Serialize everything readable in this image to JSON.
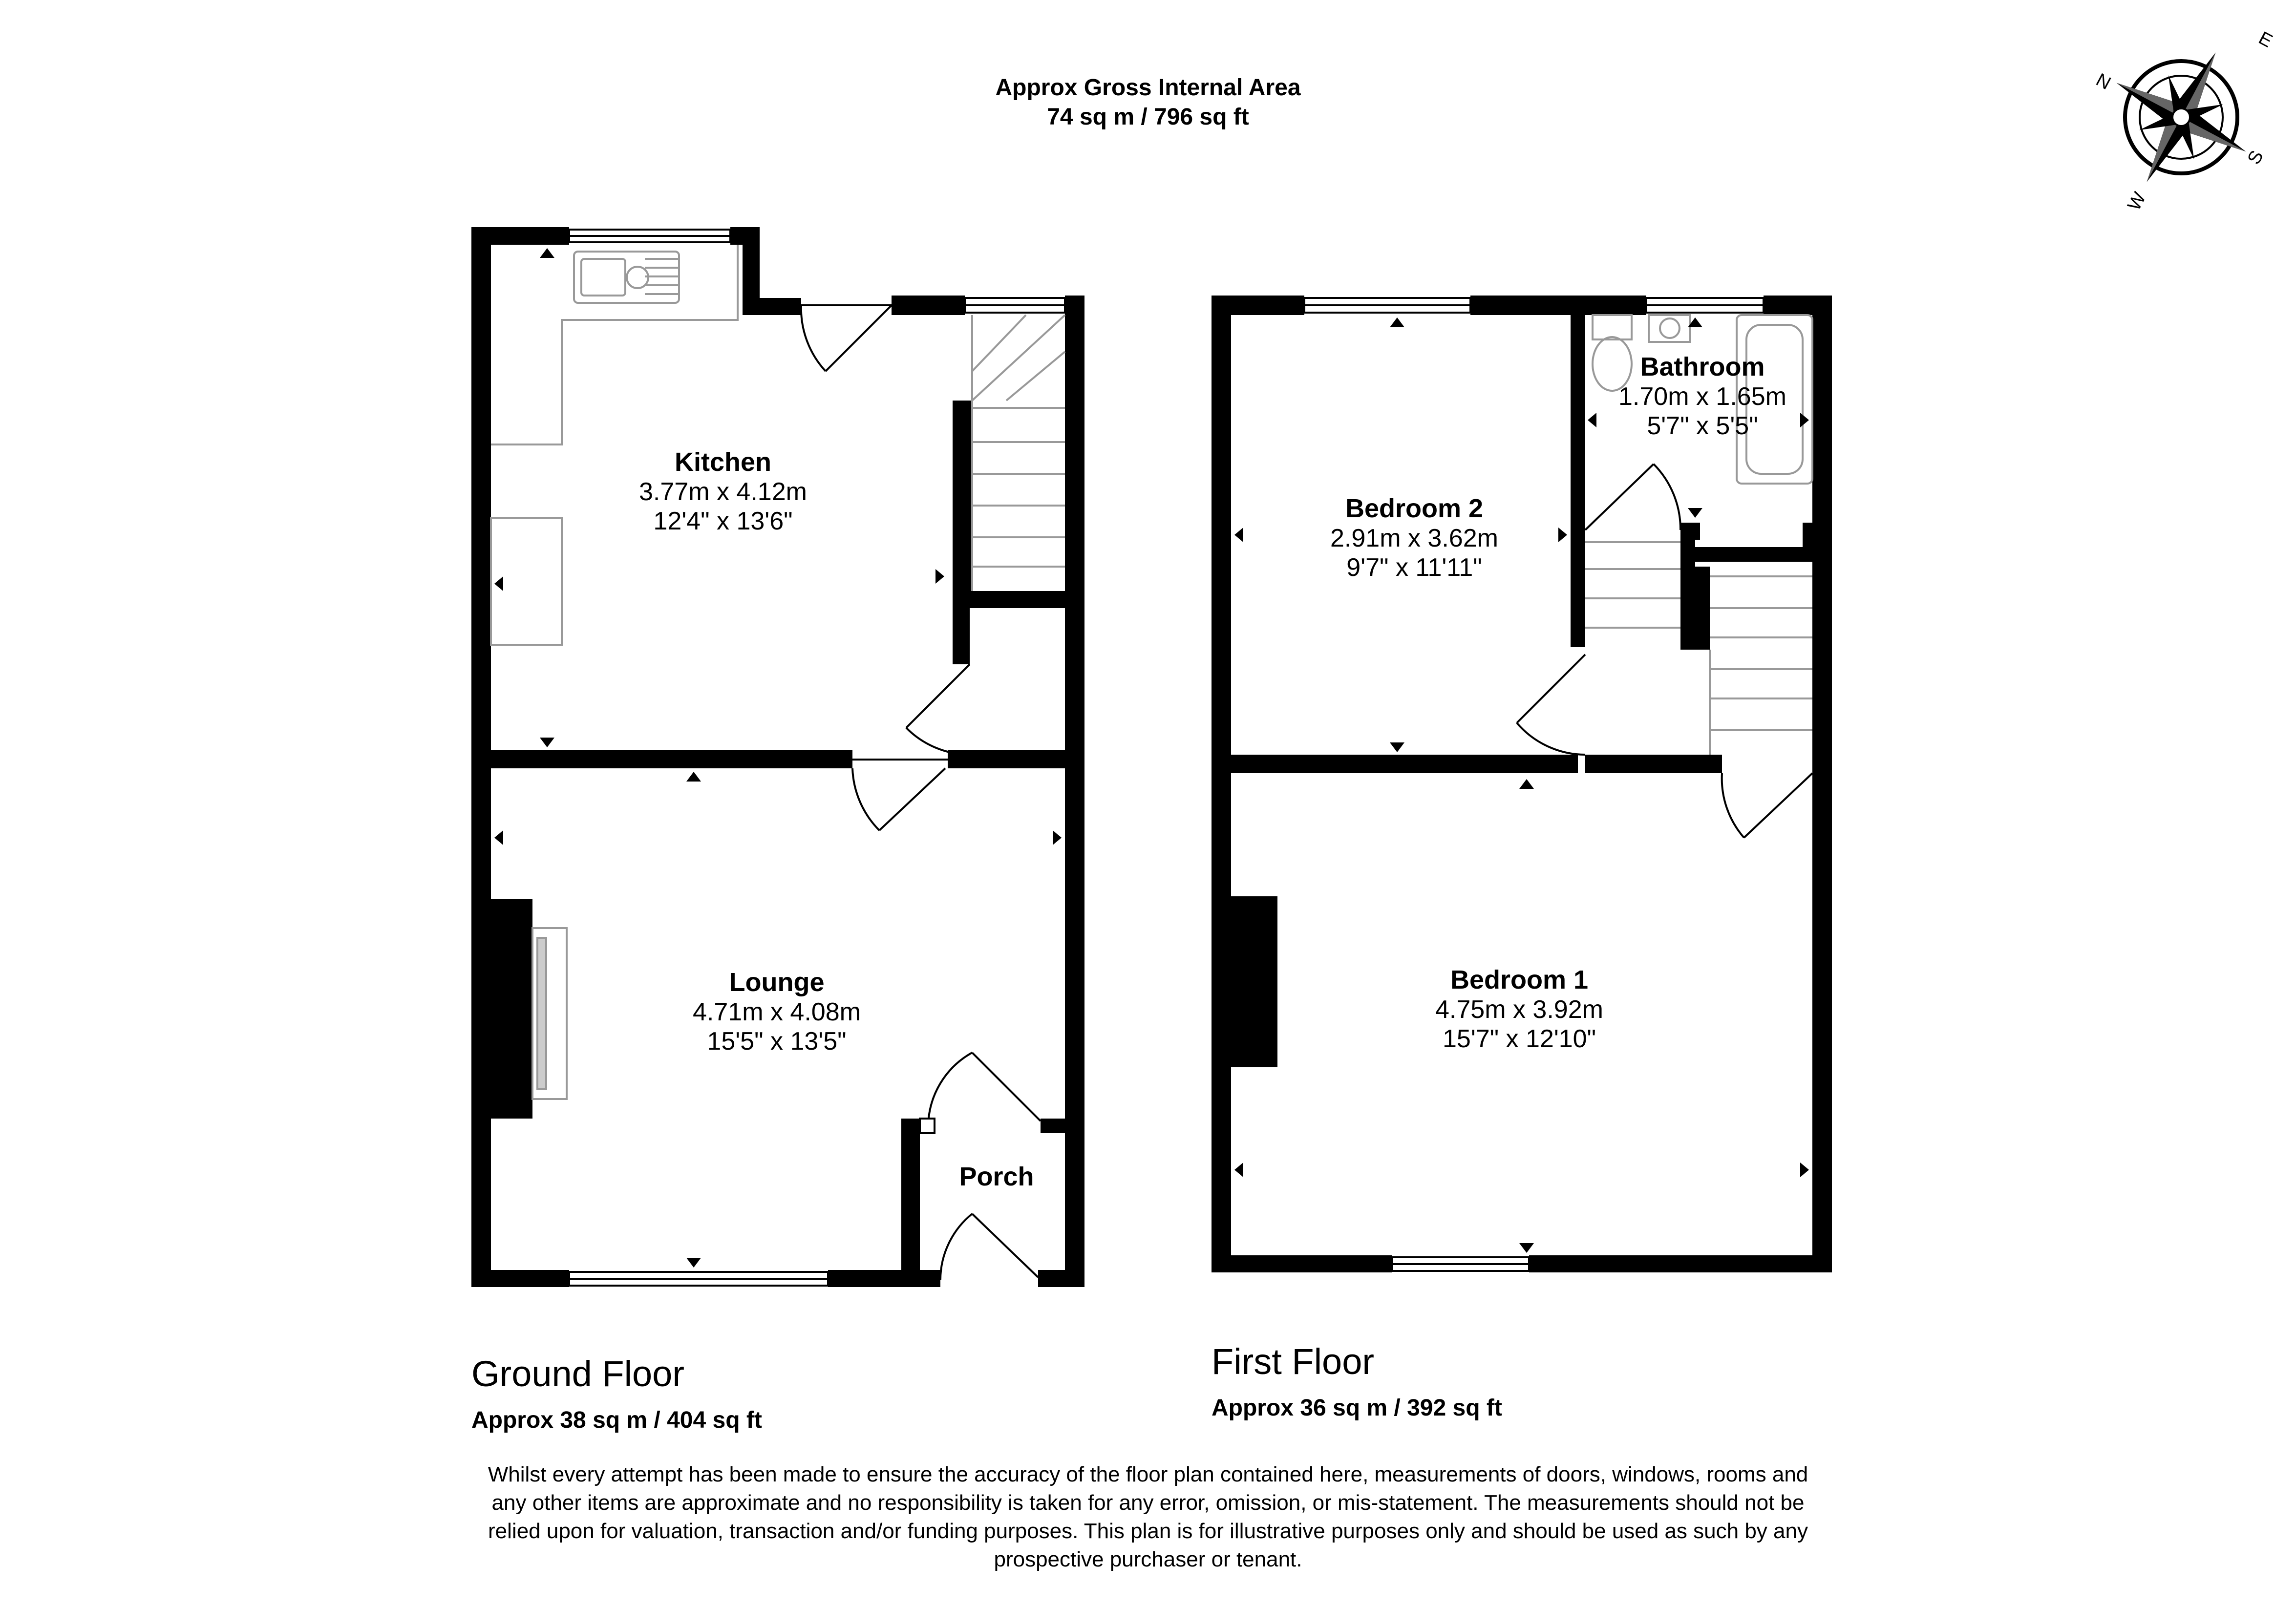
{
  "header": {
    "line1": "Approx Gross Internal Area",
    "line2": "74 sq m / 796 sq ft"
  },
  "compass": {
    "letters": {
      "north": "N",
      "east": "E",
      "south": "S",
      "west": "W"
    }
  },
  "ground_floor": {
    "title": "Ground Floor",
    "area": "Approx 38 sq m / 404 sq ft",
    "rooms": {
      "kitchen": {
        "name": "Kitchen",
        "metric": "3.77m x 4.12m",
        "imperial": "12'4\" x 13'6\""
      },
      "lounge": {
        "name": "Lounge",
        "metric": "4.71m x 4.08m",
        "imperial": "15'5\" x 13'5\""
      },
      "porch": {
        "name": "Porch"
      }
    }
  },
  "first_floor": {
    "title": "First Floor",
    "area": "Approx 36 sq m / 392 sq ft",
    "rooms": {
      "bedroom2": {
        "name": "Bedroom 2",
        "metric": "2.91m x 3.62m",
        "imperial": "9'7\" x 11'11\""
      },
      "bathroom": {
        "name": "Bathroom",
        "metric": "1.70m x 1.65m",
        "imperial": "5'7\" x 5'5\""
      },
      "bedroom1": {
        "name": "Bedroom 1",
        "metric": "4.75m x 3.92m",
        "imperial": "15'7\" x 12'10\""
      }
    }
  },
  "disclaimer": {
    "line1": "Whilst every attempt has been made to ensure the accuracy of the floor plan contained here, measurements of doors, windows, rooms and",
    "line2": "any other items are approximate and no responsibility is taken for any error, omission, or mis-statement. The measurements should not be",
    "line3": "relied upon for valuation, transaction and/or funding purposes. This plan is for illustrative purposes only and should be used as such by any",
    "line4": "prospective purchaser or tenant."
  },
  "colors": {
    "wall": "#000000",
    "fixture": "#999999",
    "background": "#ffffff"
  }
}
